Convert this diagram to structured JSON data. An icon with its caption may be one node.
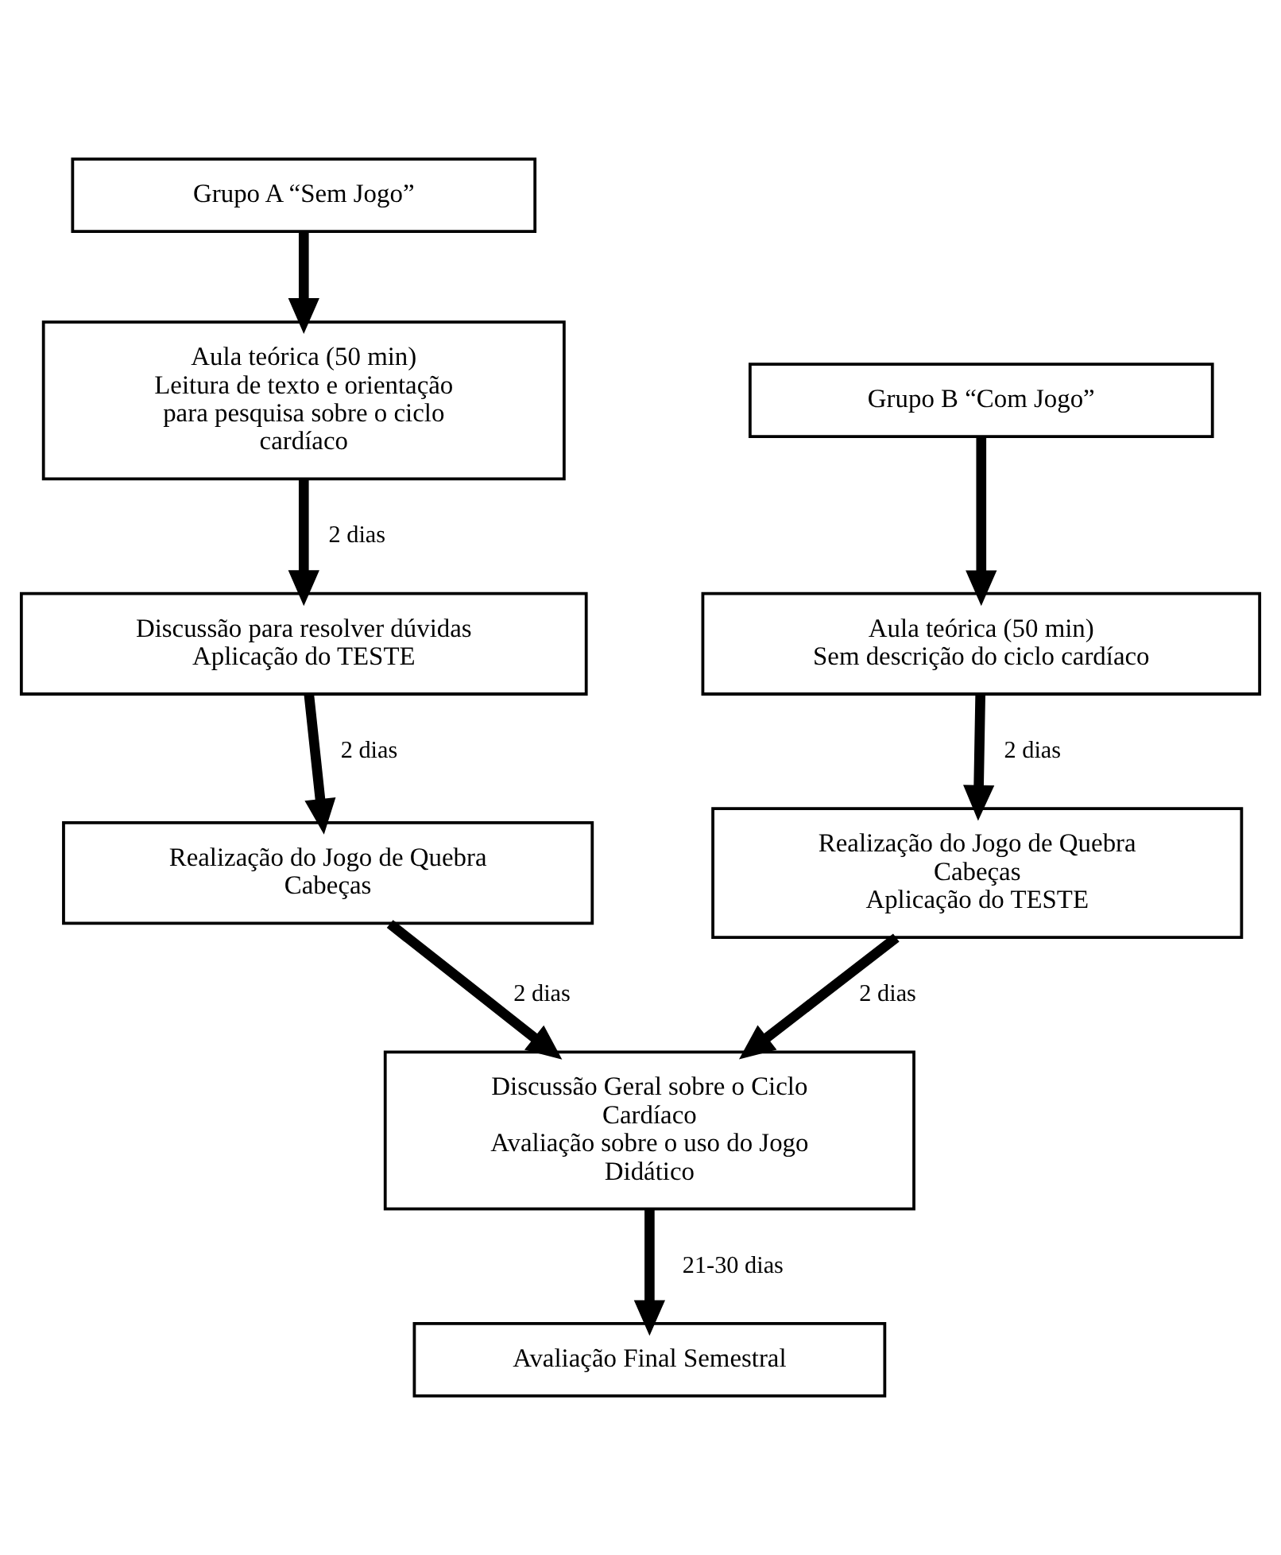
{
  "diagram": {
    "nodes": [
      {
        "text": [
          "Grupo A “Sem Jogo”"
        ]
      },
      {
        "text": [
          "Grupo B “Com Jogo”"
        ]
      },
      {
        "text": [
          "Aula teórica (50 min)",
          "Leitura de texto e orientação para pesquisa sobre o ciclo cardíaco"
        ]
      },
      {
        "text": [
          "Aula teórica (50 min)",
          "Sem descrição do ciclo cardíaco"
        ]
      },
      {
        "text": [
          "Discussão para resolver dúvidas",
          "Aplicação do TESTE"
        ]
      },
      {
        "text": [
          "Realização do Jogo de Quebra Cabeças",
          "Aplicação do TESTE"
        ]
      },
      {
        "text": [
          "Realização do Jogo de Quebra Cabeças"
        ]
      },
      {
        "text": [
          "Discussão Geral sobre o Ciclo Cardíaco",
          "Avaliação sobre o uso do Jogo Didático"
        ]
      },
      {
        "text": [
          "Avaliação Final Semestral"
        ]
      }
    ],
    "edges": [
      {
        "from": 0,
        "to": 2,
        "arrow": "to"
      },
      {
        "from": 2,
        "to": 4,
        "arrow": "to",
        "label": "2 dias"
      },
      {
        "from": 4,
        "to": 6,
        "arrow": "to",
        "label": "2 dias"
      },
      {
        "from": 6,
        "to": 7,
        "arrow": "to",
        "label": "2 dias"
      },
      {
        "from": 1,
        "to": 3,
        "arrow": "to"
      },
      {
        "from": 3,
        "to": 5,
        "arrow": "to",
        "label": "2 dias"
      },
      {
        "from": 5,
        "to": 7,
        "arrow": "to",
        "label": "2 dias"
      },
      {
        "from": 7,
        "to": 8,
        "arrow": "to",
        "label": "21-30 dias"
      }
    ]
  }
}
